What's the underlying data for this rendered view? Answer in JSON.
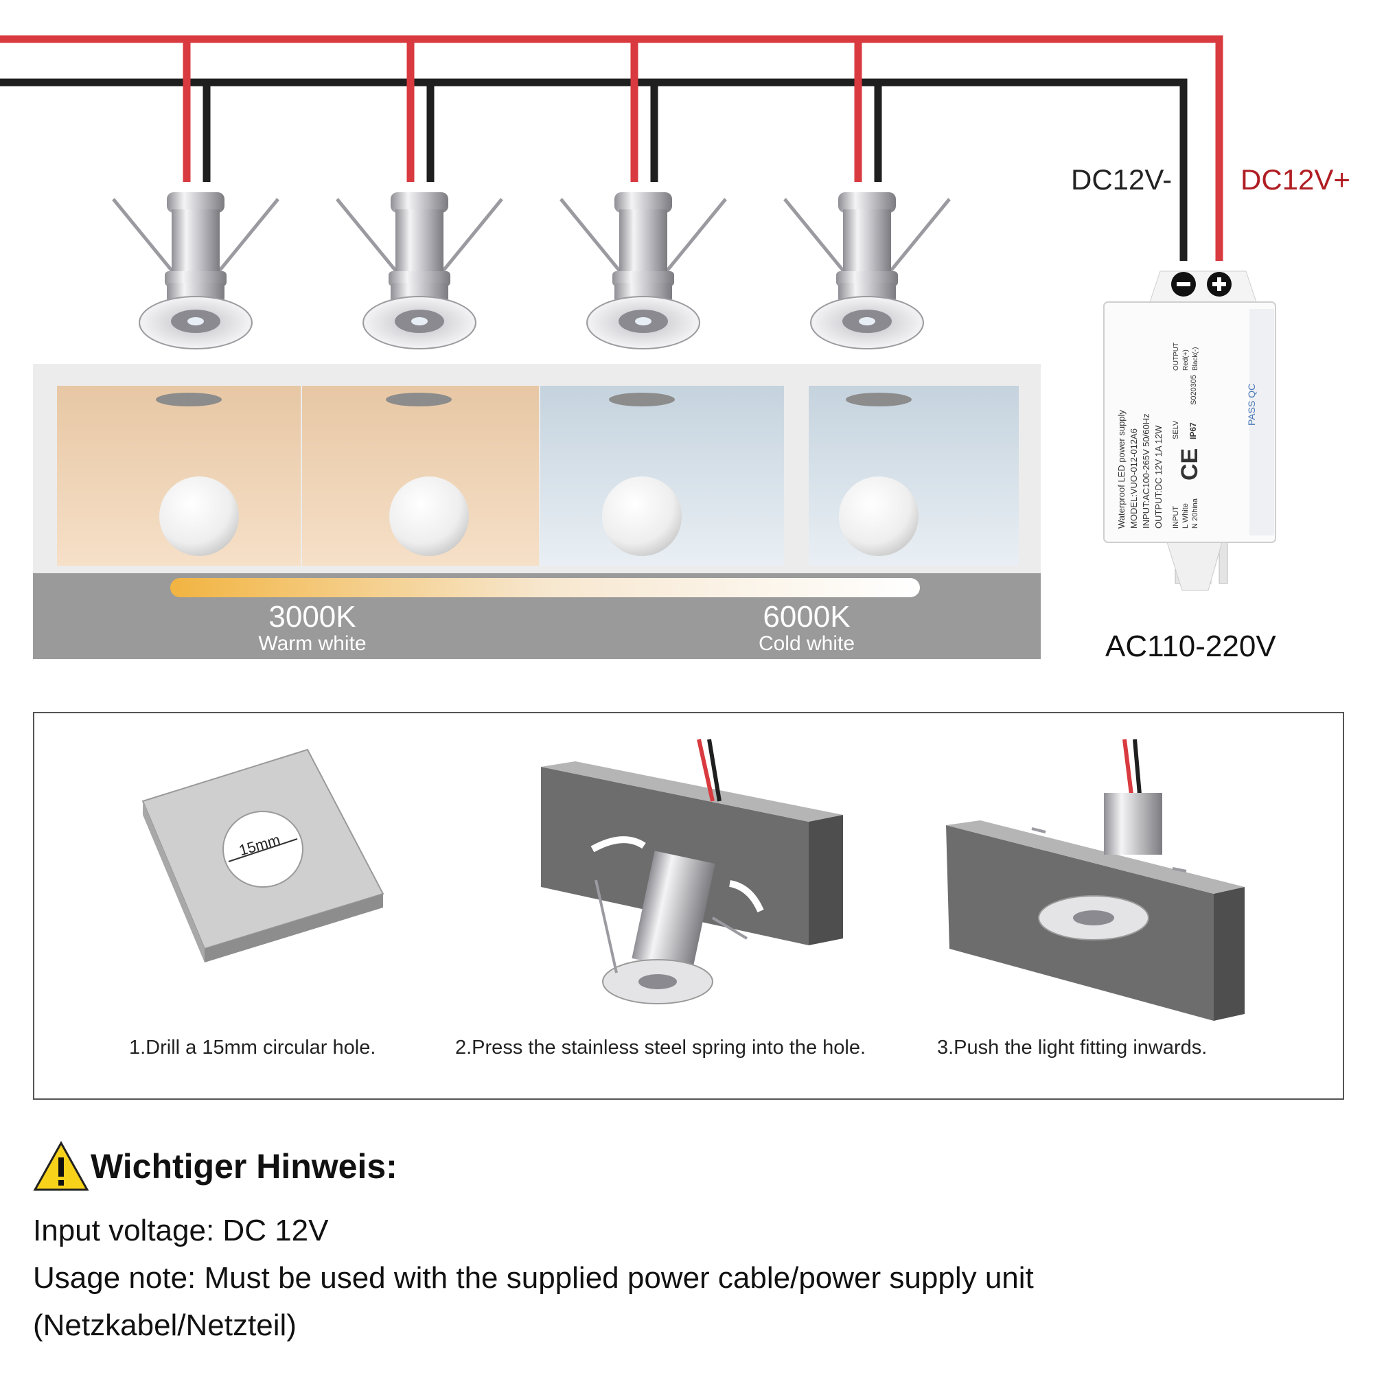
{
  "wiring": {
    "negative_label": "DC12V-",
    "positive_label": "DC12V+",
    "ac_label": "AC110-220V",
    "colors": {
      "positive_wire": "#d93a3f",
      "negative_wire": "#1f1f1f"
    }
  },
  "power_supply": {
    "lines": [
      "Waterproof LED power supply",
      "MODEL:VUO-012-012A6",
      "INPUT:AC100-265V  50/60Hz",
      "OUTPUT:DC 12V  1A  12W"
    ],
    "ip_rating": "IP67",
    "selv": "SELV",
    "code": "S020305",
    "output_header": "OUTPUT",
    "output_red": "Red(+)",
    "output_black": "Black(-)",
    "input_header": "INPUT",
    "input_white": "L White",
    "input_n": "N 20hina",
    "ce_mark": "CE",
    "pass_qc": "PASS QC"
  },
  "color_temperature": {
    "warm": {
      "value": "3000K",
      "label": "Warm white"
    },
    "cold": {
      "value": "6000K",
      "label": "Cold white"
    },
    "colors": {
      "warm_bg": "#f3d7b8",
      "cold_bg": "#dde7ef",
      "gradient_start": "#f2b441"
    }
  },
  "installation": {
    "hole_label": "15mm",
    "steps": [
      "1.Drill a 15mm circular hole.",
      "2.Press the stainless steel spring into the hole.",
      "3.Push the light fitting inwards."
    ]
  },
  "notice": {
    "title": "Wichtiger Hinweis:",
    "lines": [
      "Input voltage: DC 12V",
      "Usage note: Must be used with the supplied power cable/power supply unit",
      "(Netzkabel/Netzteil)"
    ]
  }
}
